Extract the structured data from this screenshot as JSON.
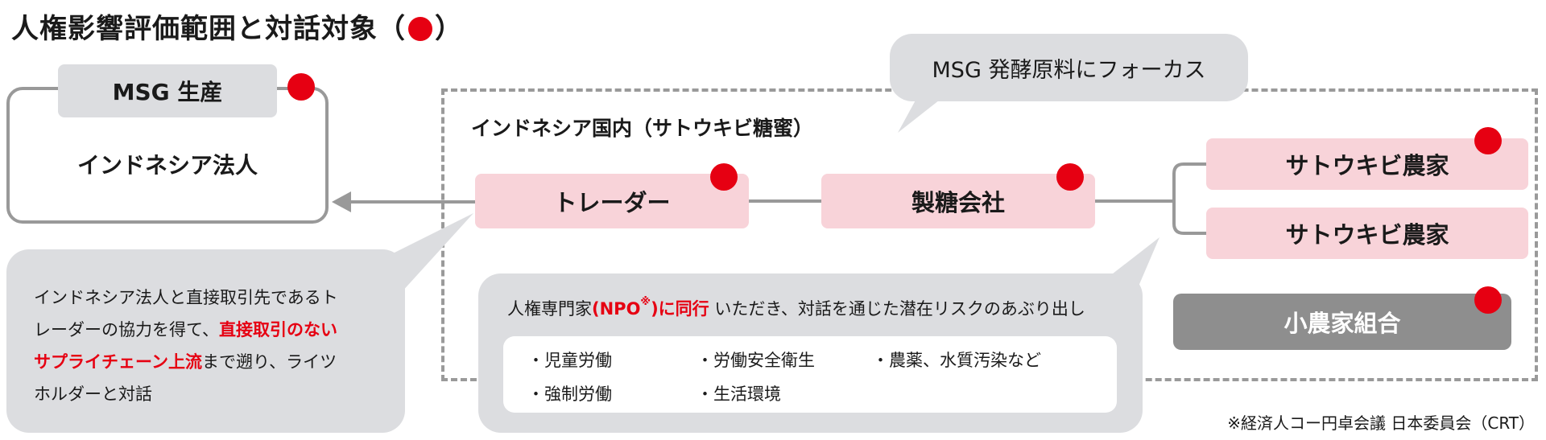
{
  "title": {
    "text_before": "人権影響評価範囲と対話対象（",
    "text_after": "）"
  },
  "left_entity": {
    "tab_label": "MSG 生産",
    "label": "インドネシア法人"
  },
  "focus_bubble": "MSG 発酵原料にフォーカス",
  "region_label": "インドネシア国内（サトウキビ糖蜜）",
  "nodes": {
    "trader": "トレーダー",
    "sugar_company": "製糖会社",
    "farmer_1": "サトウキビ農家",
    "farmer_2": "サトウキビ農家",
    "cooperative": "小農家組合"
  },
  "left_bubble": {
    "line1": "インドネシア法人と直接取引先であるト",
    "line2_plain": "レーダーの協力を得て、",
    "line2_red": "直接取引のない",
    "line3_red": "サプライチェーン上流",
    "line3_plain": "まで遡り、ライツ",
    "line4": "ホルダーと対話"
  },
  "expert_bubble": {
    "prefix": "人権専門家",
    "red": "(NPO",
    "red_mark": "※",
    "red_suffix": ")に同行",
    "suffix": " いただき、対話を通じた潜在リスクのあぶり出し",
    "risks": [
      "・児童労働",
      "・労働安全衛生",
      "・農薬、水質汚染など",
      "・強制労働",
      "・生活環境"
    ]
  },
  "source_note": "※経済人コー円卓会議 日本委員会（CRT）",
  "colors": {
    "accent_red": "#e60012",
    "pink_box": "#f8d3d9",
    "grey_bubble": "#dcdde0",
    "coop_grey": "#8e8e8e",
    "border_grey": "#999999"
  }
}
